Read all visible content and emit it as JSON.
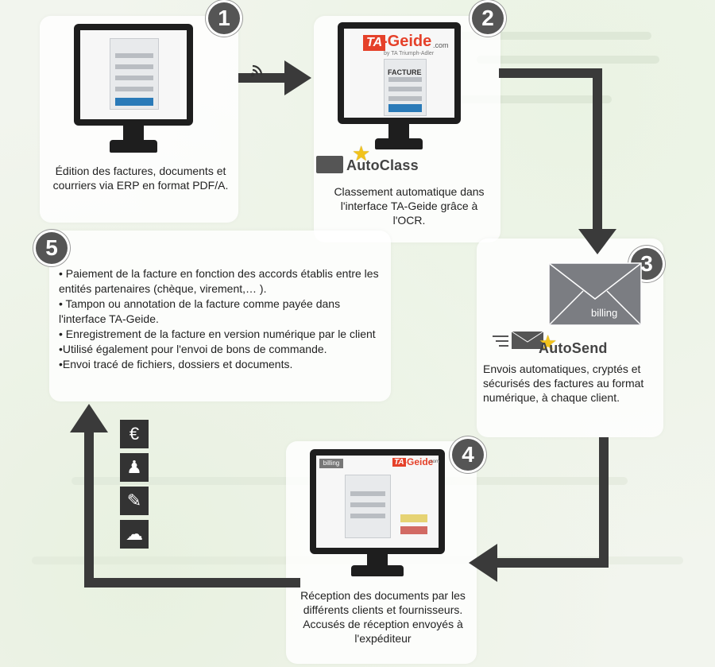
{
  "steps": [
    {
      "number": "1",
      "caption": "Édition des factures, documents et courriers via ERP en format PDF/A."
    },
    {
      "number": "2",
      "brand": "TA",
      "brand_rest": "-Geide",
      "brand_suffix": ".com",
      "brand_sub": "by TA Triumph-Adler",
      "doc_label": "FACTURE",
      "badge": "AutoClass",
      "caption": "Classement automatique dans l'interface TA-Geide grâce à l'OCR."
    },
    {
      "number": "3",
      "envelope_label": "billing",
      "badge": "AutoSend",
      "caption": "Envois automatiques, cryptés et sécurisés des factures au format numérique, à chaque client."
    },
    {
      "number": "4",
      "screen_left_label": "billing",
      "screen_brand": "TA",
      "screen_brand_rest": "-Geide",
      "screen_brand_suffix": ".com",
      "caption": "Réception des documents par les différents clients et fournisseurs. Accusés de réception envoyés à l'expéditeur"
    },
    {
      "number": "5",
      "items": [
        "• Paiement de la facture en fonction des accords établis entre les entités partenaires (chèque, virement,… ).",
        "• Tampon  ou annotation de la facture comme payée dans l'interface TA-Geide.",
        "• Enregistrement de la facture en version numérique par le client",
        "•Utilisé également pour l'envoi de bons de commande.",
        "•Envoi tracé de fichiers, dossiers et documents."
      ]
    }
  ],
  "side_icons": [
    "euro-icon",
    "stamp-icon",
    "annotate-icon",
    "cloud-download-icon"
  ],
  "side_icon_glyphs": [
    "€",
    "♟",
    "✎",
    "☁"
  ],
  "colors": {
    "arrow": "#3a3a3a",
    "brand_red": "#e5412a",
    "accent_blue": "#2a7ab8",
    "star": "#f2c31b"
  }
}
